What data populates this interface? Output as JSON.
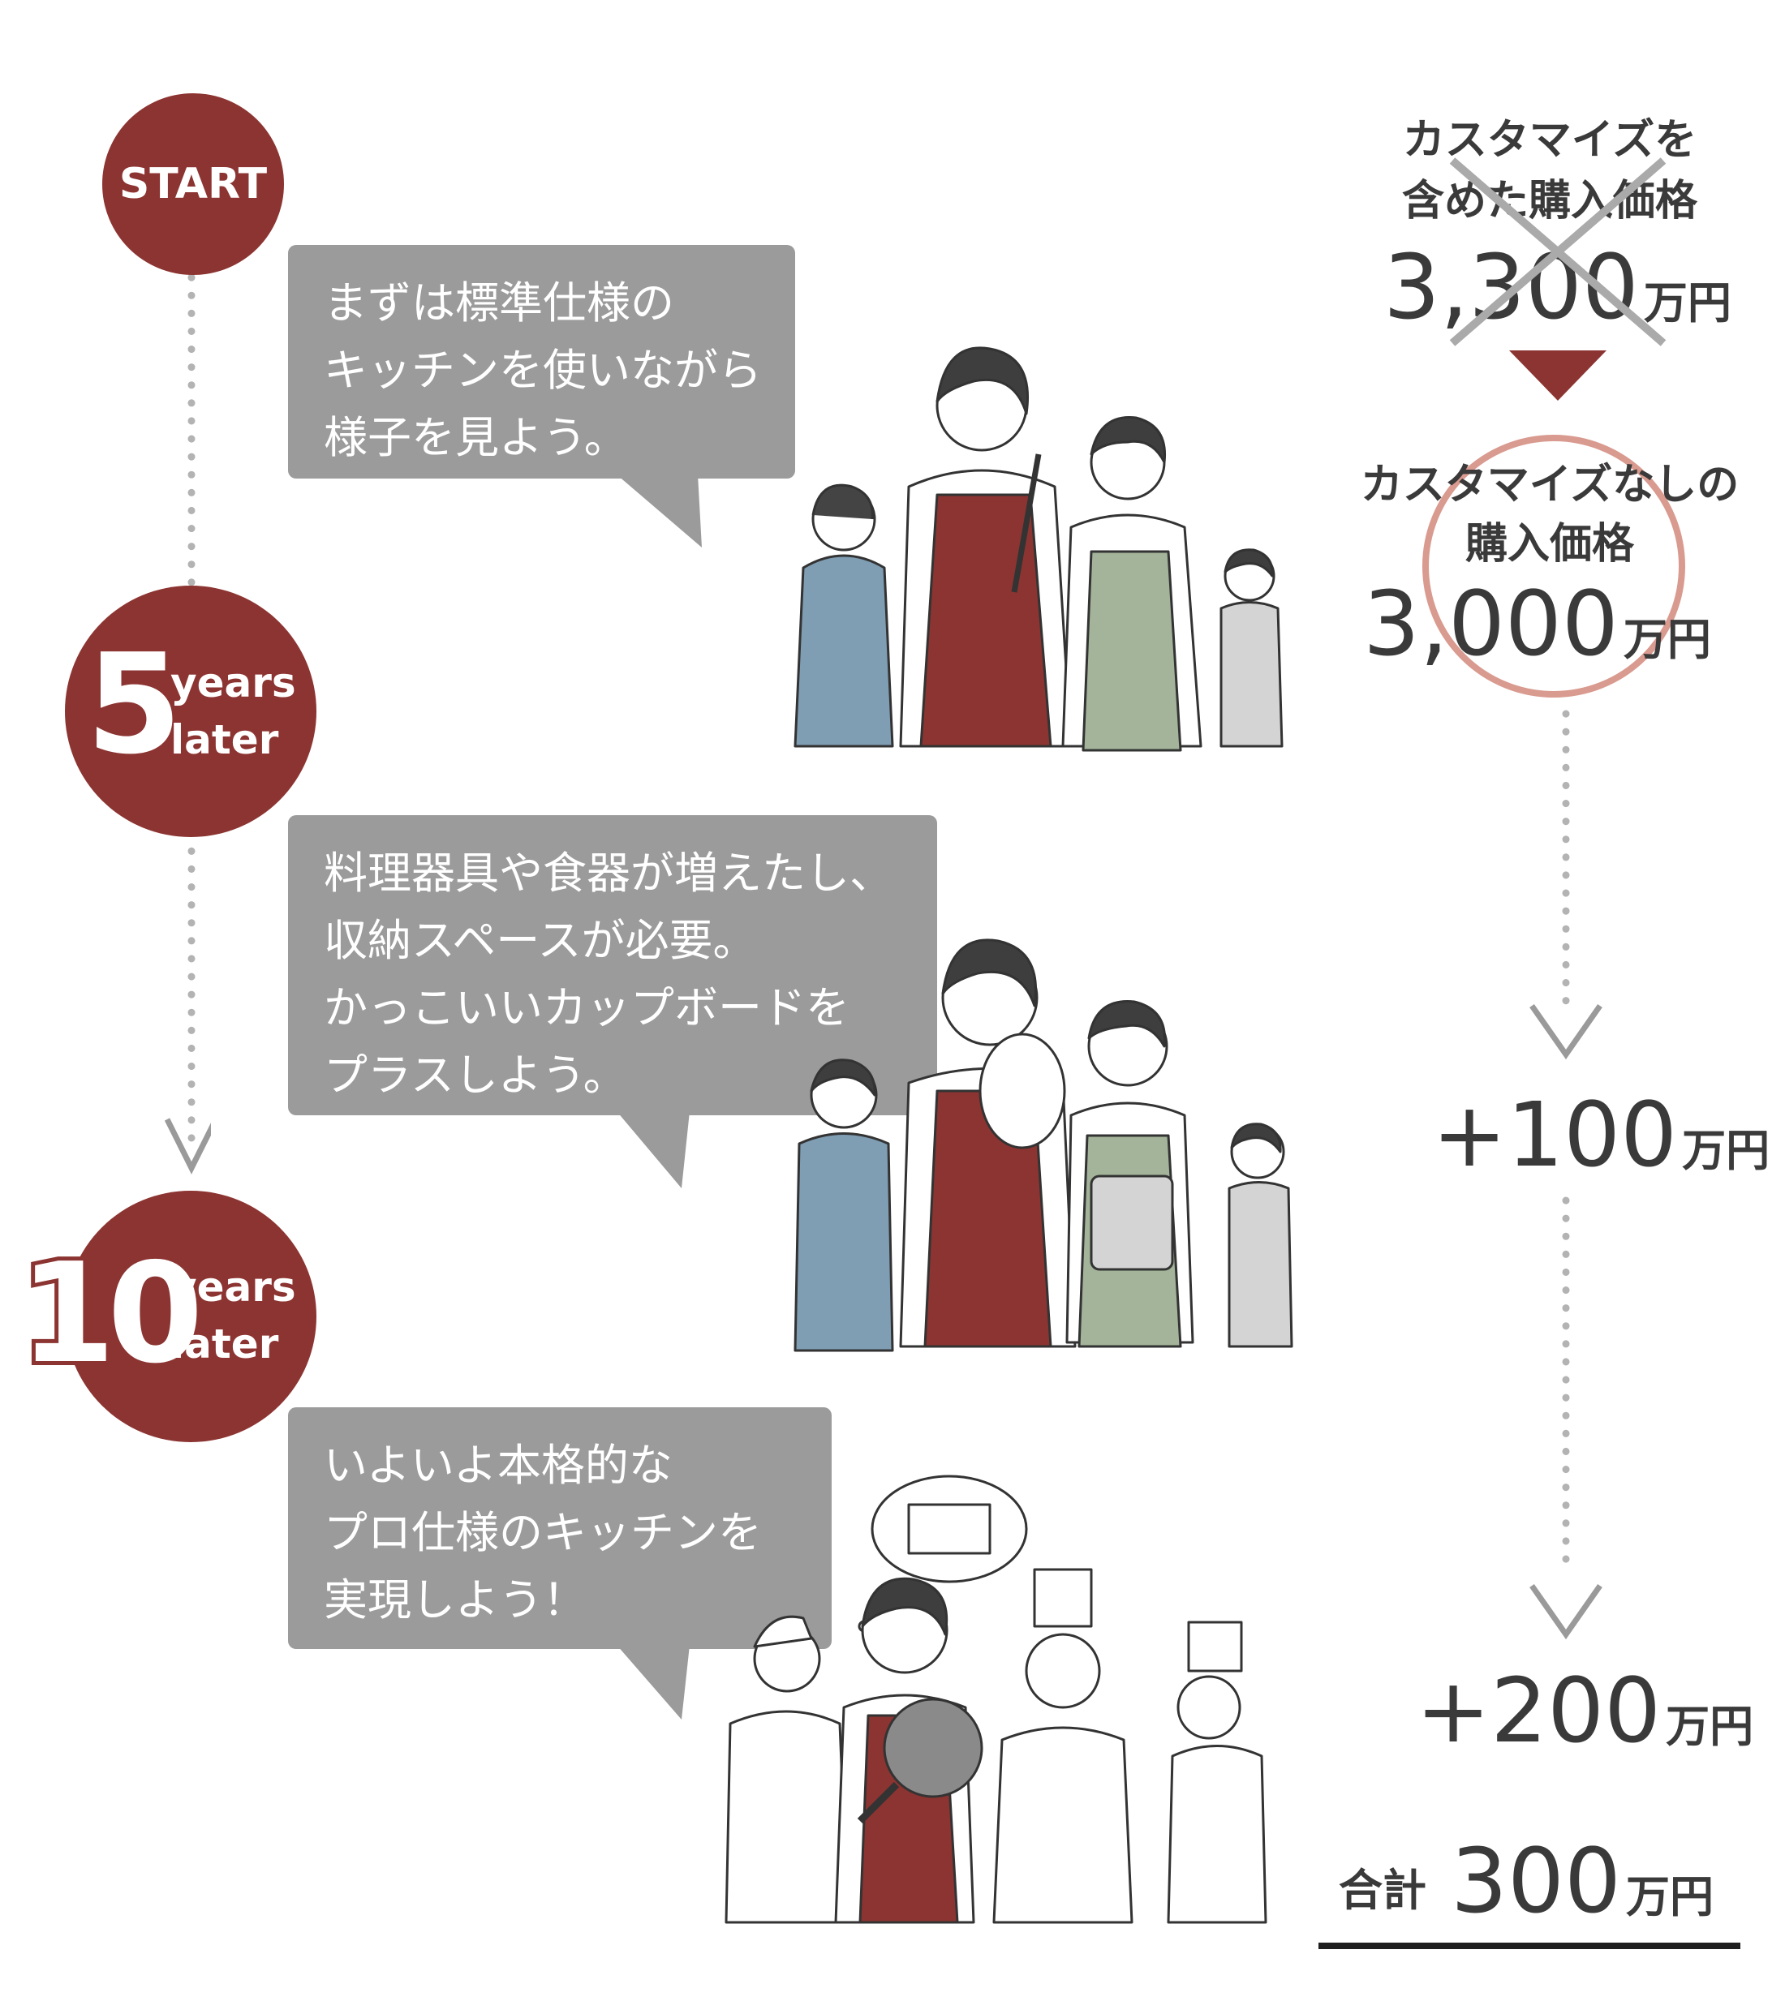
{
  "timeline": {
    "start_label": "START",
    "milestones": [
      {
        "number": "5",
        "line1": "years",
        "line2": "later"
      },
      {
        "number": "10",
        "line1": "years",
        "line2": "later"
      }
    ]
  },
  "bubbles": [
    {
      "lines": [
        "まずは標準仕様の",
        "キッチンを使いながら",
        "様子を見よう。"
      ]
    },
    {
      "lines": [
        "料理器具や食器が増えたし、",
        "収納スペースが必要。",
        "かっこいいカップボードを",
        "プラスしよう。"
      ]
    },
    {
      "lines": [
        "いよいよ本格的な",
        "プロ仕様のキッチンを",
        "実現しよう！"
      ]
    }
  ],
  "pricing": {
    "custom": {
      "line1": "カスタマイズを",
      "line2": "含めた購入価格",
      "amount": "3,300",
      "unit": "万円"
    },
    "no_custom": {
      "line1": "カスタマイズなしの",
      "line2": "購入価格",
      "amount": "3,000",
      "unit": "万円"
    },
    "add_1": {
      "amount": "+100",
      "unit": "万円"
    },
    "add_2": {
      "amount": "+200",
      "unit": "万円"
    },
    "total": {
      "label": "合計",
      "amount": "300",
      "unit": "万円"
    }
  },
  "colors": {
    "accent": "#8c3431",
    "bubble": "#9b9b9b",
    "circle_highlight": "#d99a8f",
    "dots": "#b3b3b3"
  }
}
